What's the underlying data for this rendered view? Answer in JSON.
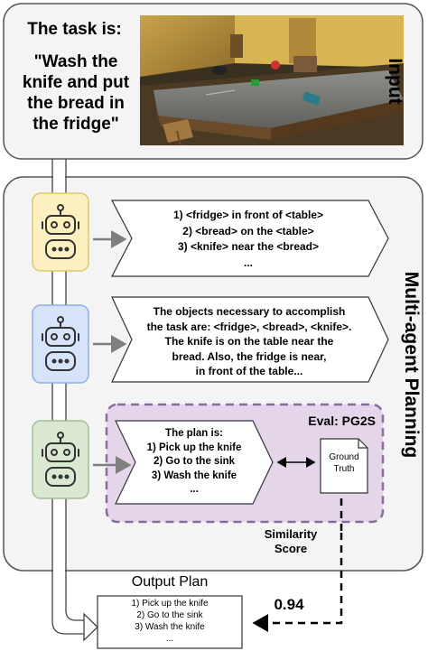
{
  "input_panel": {
    "label": "Input",
    "task_heading": "The task is:",
    "task_lines": [
      "\"Wash the",
      "knife and put",
      "the bread in",
      "the fridge\""
    ],
    "scene_image": "kitchen-scene-render"
  },
  "planning_panel": {
    "label": "Multi-agent Planning",
    "agents": [
      {
        "icon": "robot-icon",
        "color": "#fcefc0",
        "stroke": "#e0c76a",
        "message_lines": [
          "1) <fridge> in front of <table>",
          "2) <bread> on the <table>",
          "3) <knife> near the <bread>",
          "..."
        ]
      },
      {
        "icon": "robot-icon",
        "color": "#d6e3fa",
        "stroke": "#90afe0",
        "message_lines": [
          "The objects necessary to accomplish",
          "the task are: <fridge>, <bread>, <knife>.",
          "The knife is on the table near the",
          "bread.  Also, the fridge is near,",
          "in front of the table..."
        ]
      },
      {
        "icon": "robot-icon",
        "color": "#dae8d2",
        "stroke": "#9fbf90",
        "message_lines": [
          "The plan is:",
          "1) Pick up the knife",
          "2) Go to the sink",
          "3) Wash the knife",
          "..."
        ]
      }
    ],
    "eval": {
      "label": "Eval: PG2S",
      "ground_truth_lines": [
        "Ground",
        "Truth"
      ],
      "similarity_lines": [
        "Similarity",
        "Score"
      ],
      "colors": {
        "fill": "#e5d5ea",
        "border": "#8b6a9c"
      }
    }
  },
  "output": {
    "title": "Output Plan",
    "plan_lines": [
      "1) Pick up the knife",
      "2) Go to the sink",
      "3) Wash the knife",
      "..."
    ],
    "score": "0.94"
  }
}
